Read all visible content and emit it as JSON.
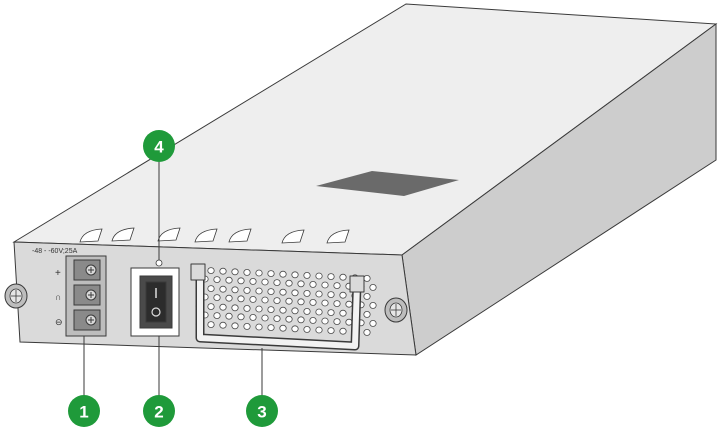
{
  "figure": {
    "subject": "power-module",
    "panel_rating_text": "-48 - -60V;25A",
    "connector_symbols": [
      "+",
      "∩",
      "⊖"
    ],
    "callouts": [
      {
        "id": "1",
        "label": "1",
        "target": "terminal-block"
      },
      {
        "id": "2",
        "label": "2",
        "target": "power-switch"
      },
      {
        "id": "3",
        "label": "3",
        "target": "handle"
      },
      {
        "id": "4",
        "label": "4",
        "target": "status-led"
      }
    ]
  },
  "colors": {
    "callout_fill": "#1f9a3a",
    "body_top": "#efefef",
    "body_side": "#cfcfcf",
    "front_panel": "#d9d9d9",
    "outline": "#3a3a3a",
    "dark_label": "#6a6a6a"
  }
}
